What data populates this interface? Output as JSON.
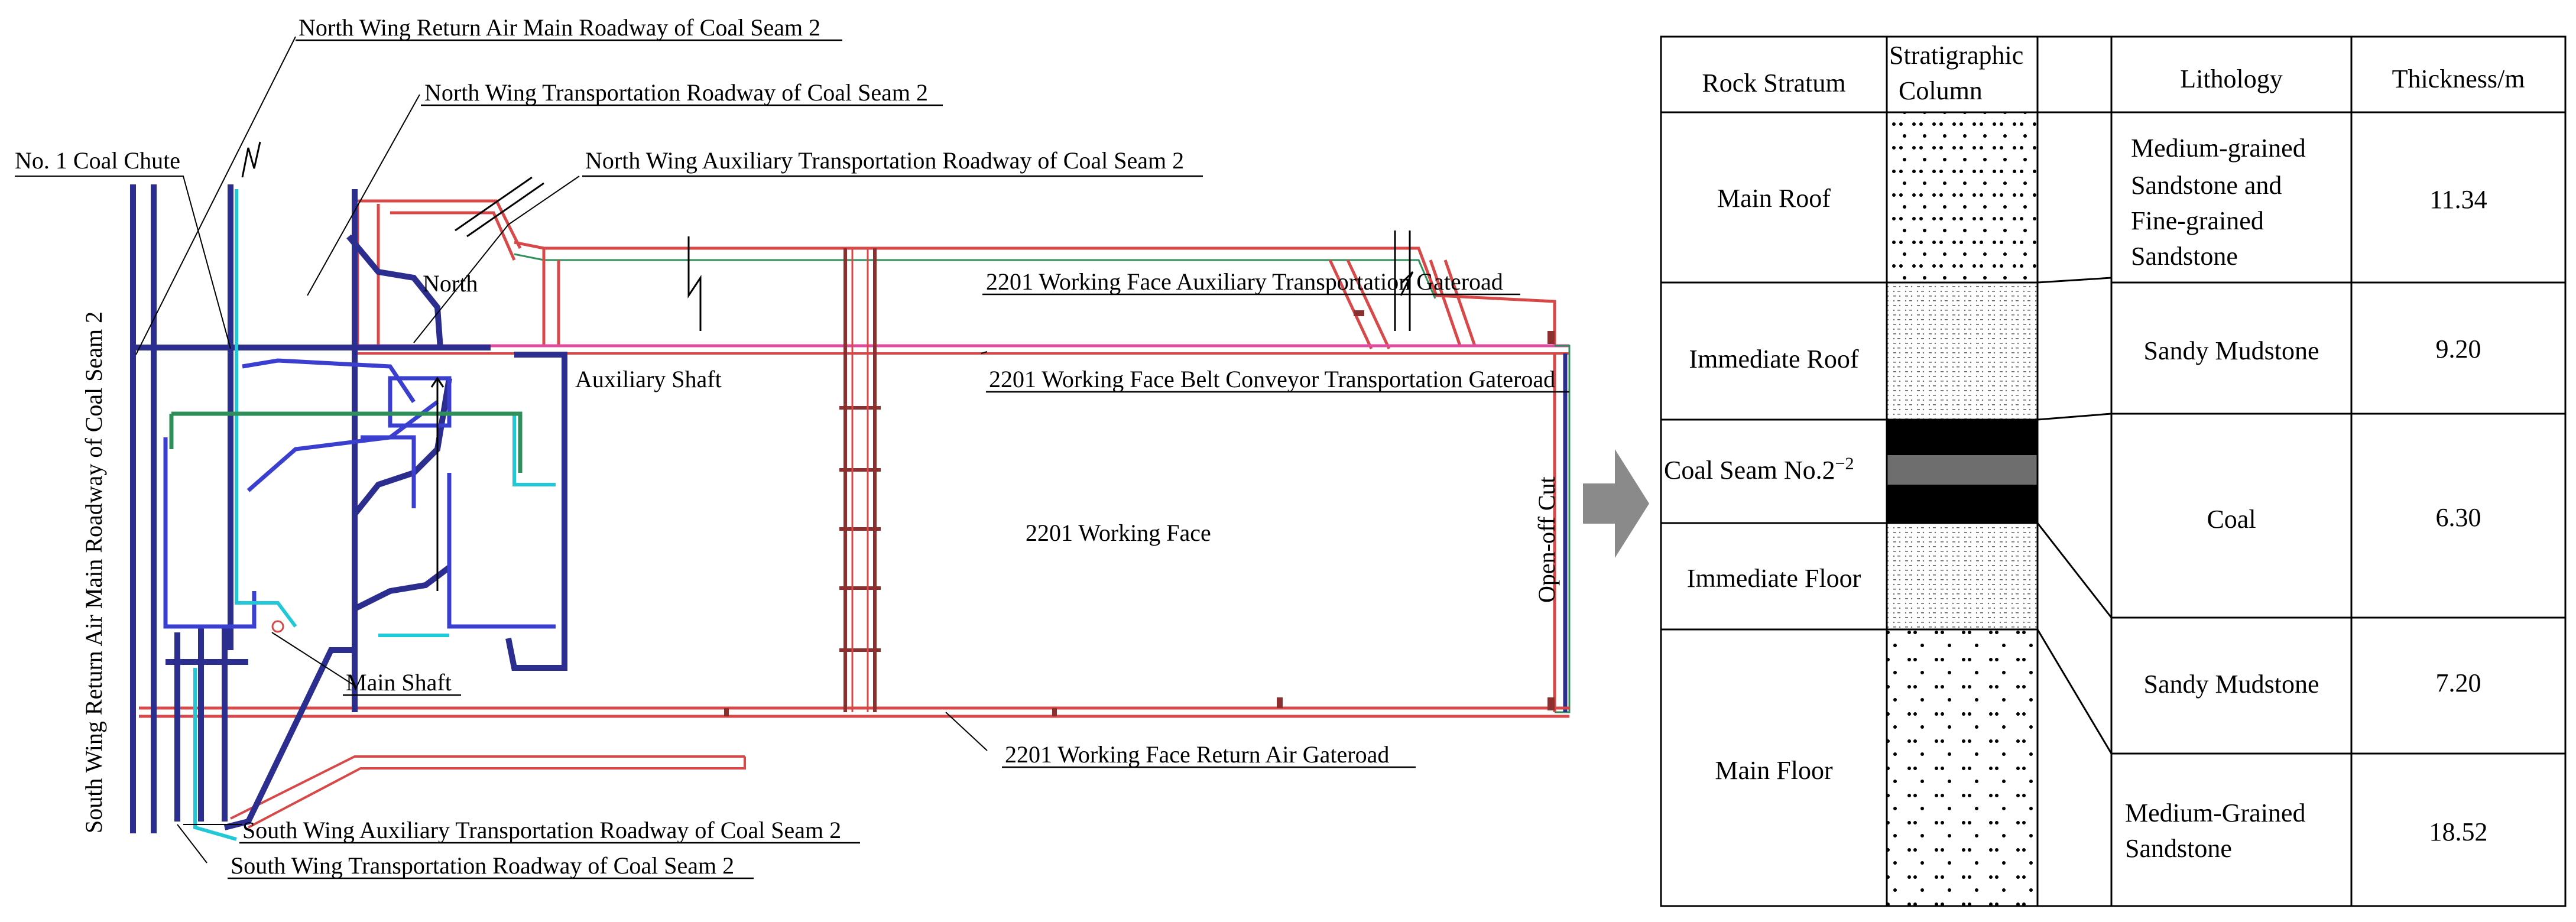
{
  "plan": {
    "labels": {
      "north_return": "North Wing Return Air Main Roadway of Coal Seam 2",
      "north_transport": "North Wing Transportation Roadway of Coal Seam 2",
      "coal_chute": "No. 1 Coal Chute",
      "north_aux": "North Wing Auxiliary Transportation Roadway of Coal Seam 2",
      "north": "North",
      "aux_gateroad": "2201 Working Face Auxiliary Transportation Gateroad",
      "aux_shaft": "Auxiliary Shaft",
      "belt_gateroad": "2201 Working Face Belt Conveyor Transportation Gateroad",
      "working_face": "2201 Working Face",
      "open_off_cut": "Open-off Cut",
      "main_shaft": "Main Shaft",
      "return_gateroad": "2201 Working Face Return Air Gateroad",
      "south_aux": "South Wing Auxiliary Transportation Roadway of Coal Seam 2",
      "south_transport": "South Wing Transportation Roadway of Coal Seam 2",
      "south_return": "South Wing Return Air Main Roadway of Coal Seam 2"
    },
    "colors": {
      "dark_roadway": "#2b2d8f",
      "blue_roadway": "#3b3fd0",
      "cyan_roadway": "#20c8d8",
      "red_roadway": "#d94848",
      "green_roadway": "#2f8f5a",
      "pink_roadway": "#e04aa0",
      "brown_roadway": "#8b2f2f",
      "arrow": "#8a8a8a"
    }
  },
  "table": {
    "headers": {
      "rock_stratum": "Rock Stratum",
      "column_line1": "Stratigraphic",
      "column_line2": "Column",
      "lithology": "Lithology",
      "thickness": "Thickness/m"
    },
    "strata": [
      {
        "name": "Main Roof",
        "lithology": [
          "Medium-grained",
          "Sandstone and",
          "Fine-grained",
          "Sandstone"
        ],
        "thickness": "11.34"
      },
      {
        "name": "Immediate Roof",
        "lithology": [
          "Sandy Mudstone"
        ],
        "thickness": "9.20"
      },
      {
        "name_main": "Coal Seam No.2",
        "name_sup": "−2",
        "lithology": [
          "Coal"
        ],
        "thickness": "6.30"
      },
      {
        "name": "Immediate Floor",
        "lithology": [
          "Sandy Mudstone"
        ],
        "thickness": "7.20"
      },
      {
        "name": "Main Floor",
        "lithology": [
          "Medium-Grained",
          "Sandstone"
        ],
        "thickness": "18.52"
      }
    ]
  }
}
